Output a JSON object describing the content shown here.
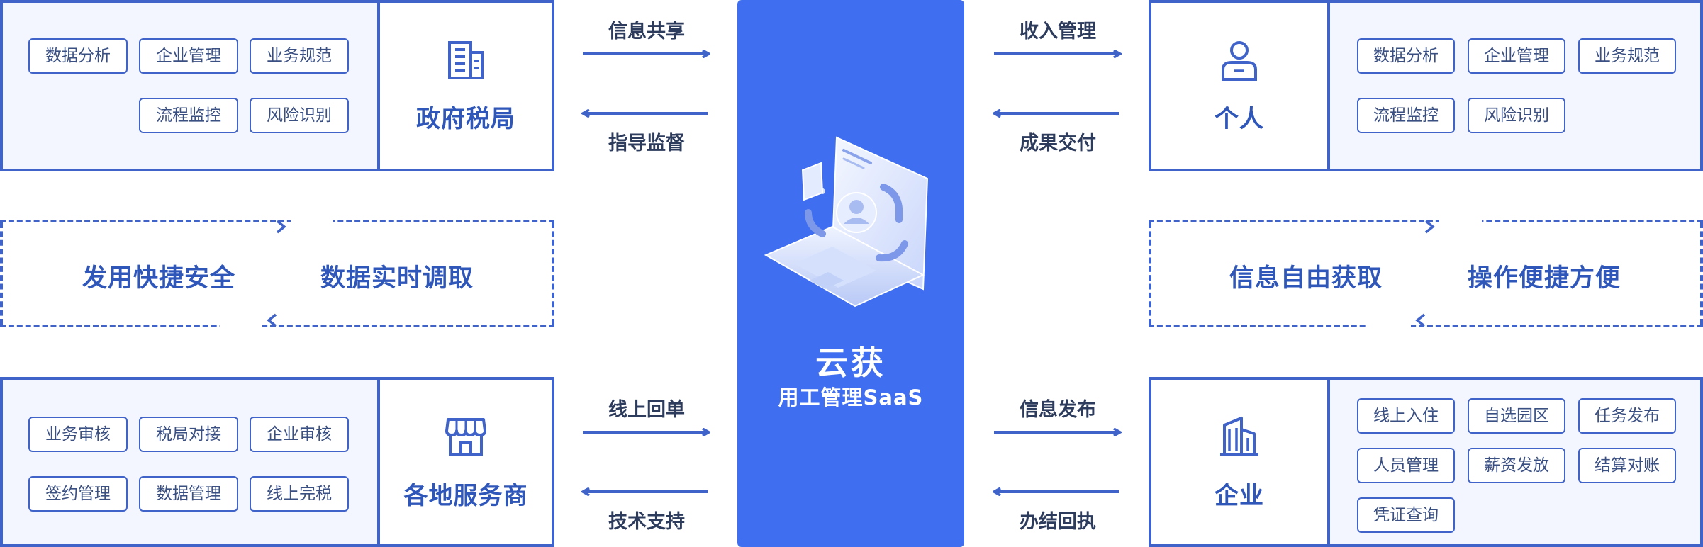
{
  "center": {
    "title": "云获",
    "subtitle": "用工管理SaaS"
  },
  "panels": {
    "gov": {
      "label": "政府税局",
      "icon": "building-icon",
      "tags": [
        "数据分析",
        "企业管理",
        "业务规范",
        "流程监控",
        "风险识别"
      ]
    },
    "individual": {
      "label": "个人",
      "icon": "person-icon",
      "tags": [
        "数据分析",
        "企业管理",
        "业务规范",
        "流程监控",
        "风险识别"
      ]
    },
    "provider": {
      "label": "各地服务商",
      "icon": "store-icon",
      "tags": [
        "业务审核",
        "税局对接",
        "企业审核",
        "签约管理",
        "数据管理",
        "线上完税"
      ]
    },
    "enterprise": {
      "label": "企业",
      "icon": "office-building-icon",
      "tags": [
        "线上入住",
        "自选园区",
        "任务发布",
        "人员管理",
        "薪资发放",
        "结算对账",
        "凭证查询"
      ]
    }
  },
  "features": {
    "left": [
      "发用快捷安全",
      "数据实时调取"
    ],
    "right": [
      "信息自由获取",
      "操作便捷方便"
    ]
  },
  "flows": {
    "gov_out": "信息共享",
    "gov_in": "指导监督",
    "individual_out": "收入管理",
    "individual_in": "成果交付",
    "provider_out": "线上回单",
    "provider_in": "技术支持",
    "enterprise_out": "信息发布",
    "enterprise_in": "办结回执"
  },
  "colors": {
    "primary": "#3f63c9",
    "center_bg": "#3f6ff0",
    "panel_fill": "#f3f6ff",
    "text_dark": "#2d3b5c"
  }
}
